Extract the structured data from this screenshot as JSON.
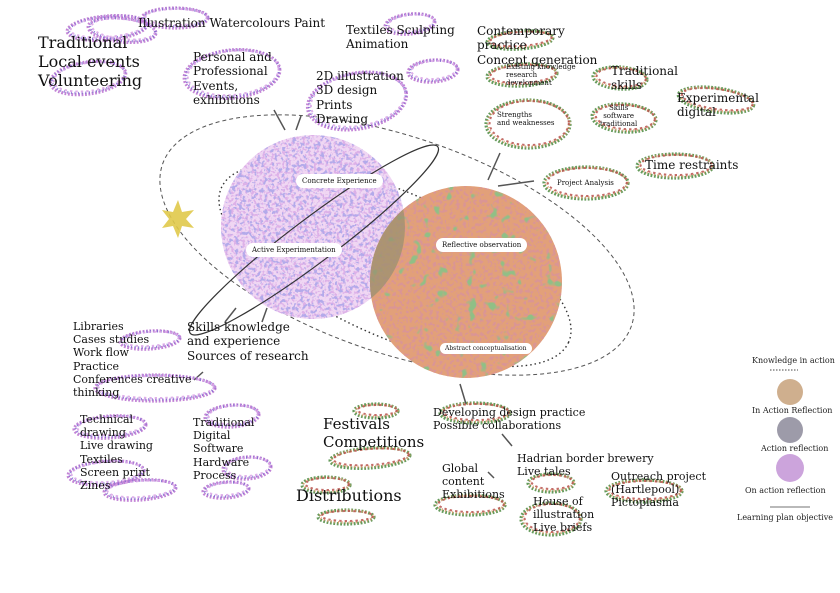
{
  "colors": {
    "purple": "#b86fcf",
    "blue": "#7a6bd0",
    "orange": "#e39a6a",
    "red": "#b9544f",
    "green": "#4a8a3e",
    "olive": "#8c8a5a",
    "yellow": "#e0c94a",
    "indigo": "#3b3bbf",
    "tan": "#c7a17a"
  },
  "circles": {
    "concrete": "Concrete Experience",
    "active": "Active Experimentation",
    "reflective": "Reflective observation",
    "abstract": "Abstract conceptualisation"
  },
  "labels": {
    "traditional_local": "Traditional\nLocal events\nVolunteering",
    "illustration": "Illustration Watercolours Paint",
    "textiles": "Textiles Sculpting\nAnimation",
    "personal": "Personal and\nProfessional\nEvents,\nexhibitions",
    "design2d": "2D illustration\n3D design\nPrints\nDrawing",
    "contemporary": "Contemporary\npractice\nConcept generation",
    "existing": "Existing knowledge\nresearch\ndevelopment",
    "trad_skills": "Traditional\nskills",
    "experimental": "Experimental\ndigital",
    "strengths": "Strengths\nand weaknesses",
    "skills_sw": "Skills\nsoftware\ntraditional",
    "project_analysis": "Project Analysis",
    "time": "Time restraints",
    "libraries": "Libraries\nCases studies\nWork flow\nPractice\nConferences creative\nthinking",
    "skills_knowledge": "Skills knowledge\nand experience\nSources of research",
    "technical": "Technical\ndrawing\nLive drawing\nTextiles\nScreen print\nZines",
    "trad_digital": "Traditional\nDigital\nSoftware\nHardware\nProcess",
    "festivals": "Festivals\nCompetitions",
    "developing": "Developing design practice\nPossible collaborations",
    "hadrian": "Hadrian border brewery\nLive tales",
    "global": "Global\ncontent\nExhibitions",
    "outreach": "Outreach project\n(Hartlepool)\nPictoplasma",
    "house": "House of\nillustration\nLive briefs",
    "distributions": "Distributions"
  },
  "legend": {
    "knowledge_in_action": "Knowledge in action",
    "in_action_reflection": "In Action Reflection",
    "action_reflection": "Action reflection",
    "on_action_reflection": "On action reflection",
    "learning_plan": "Learning plan objective"
  }
}
